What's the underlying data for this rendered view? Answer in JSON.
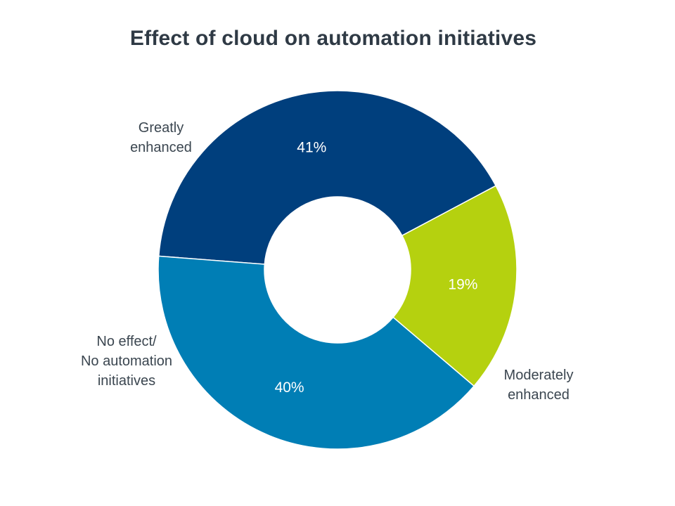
{
  "chart_data": {
    "type": "pie",
    "variant": "donut",
    "title": "Effect of cloud on automation initiatives",
    "categories": [
      [
        "Greatly",
        "enhanced"
      ],
      [
        "Moderately",
        "enhanced"
      ],
      [
        "No effect/",
        "No automation",
        "initiatives"
      ]
    ],
    "values": [
      41,
      40,
      19
    ],
    "data_labels": [
      "41%",
      "40%",
      "19%"
    ],
    "colors": [
      "#003f7d",
      "#007eb5",
      "#b5d10f"
    ],
    "legend": "none",
    "grid": false
  }
}
